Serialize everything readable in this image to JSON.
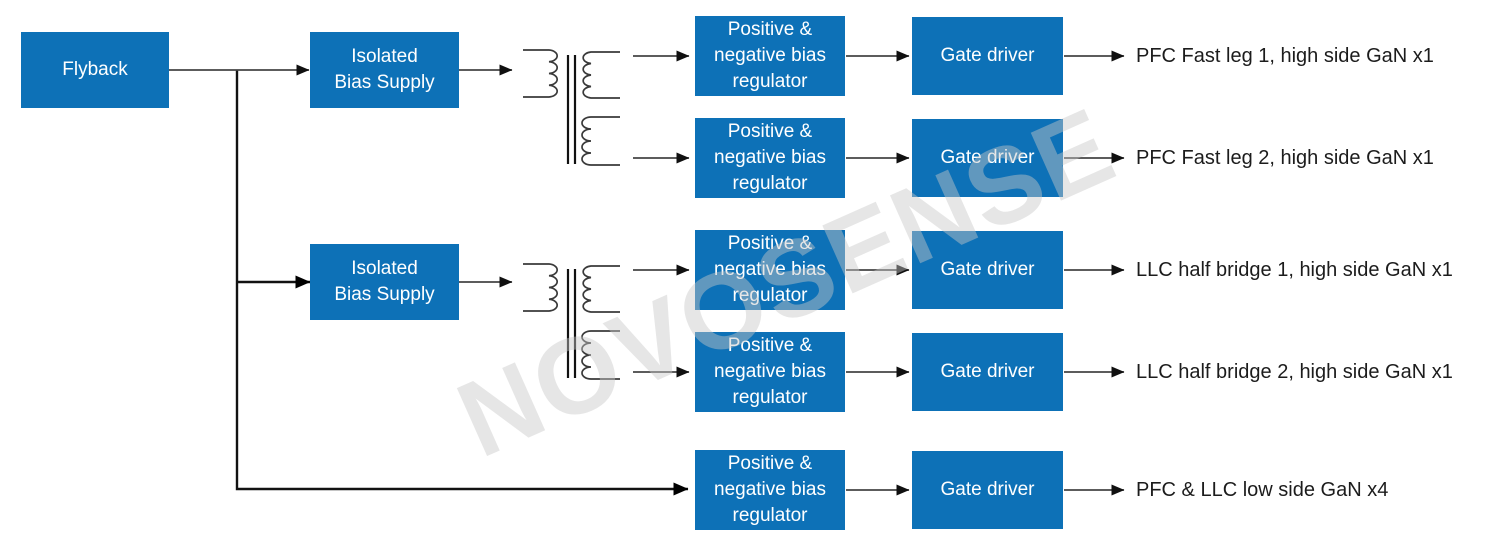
{
  "colors": {
    "block_fill": "#0d71b7",
    "block_text": "#ffffff",
    "connector_line": "#454545",
    "trunk_line": "#121212",
    "output_text": "#1c1c1c",
    "watermark_color": "#c7c7c7"
  },
  "blocks": {
    "flyback": "Flyback",
    "isolated_bias_supply": "Isolated\nBias Supply",
    "bias_regulator": "Positive &\nnegative bias\nregulator",
    "gate_driver": "Gate driver"
  },
  "outputs": [
    "PFC Fast leg 1, high side GaN x1",
    "PFC Fast leg 2, high side GaN x1",
    "LLC half bridge 1, high side GaN x1",
    "LLC half bridge 2, high side GaN x1",
    "PFC & LLC low side GaN x4"
  ],
  "watermark": {
    "text": "NOVOSENSE"
  }
}
